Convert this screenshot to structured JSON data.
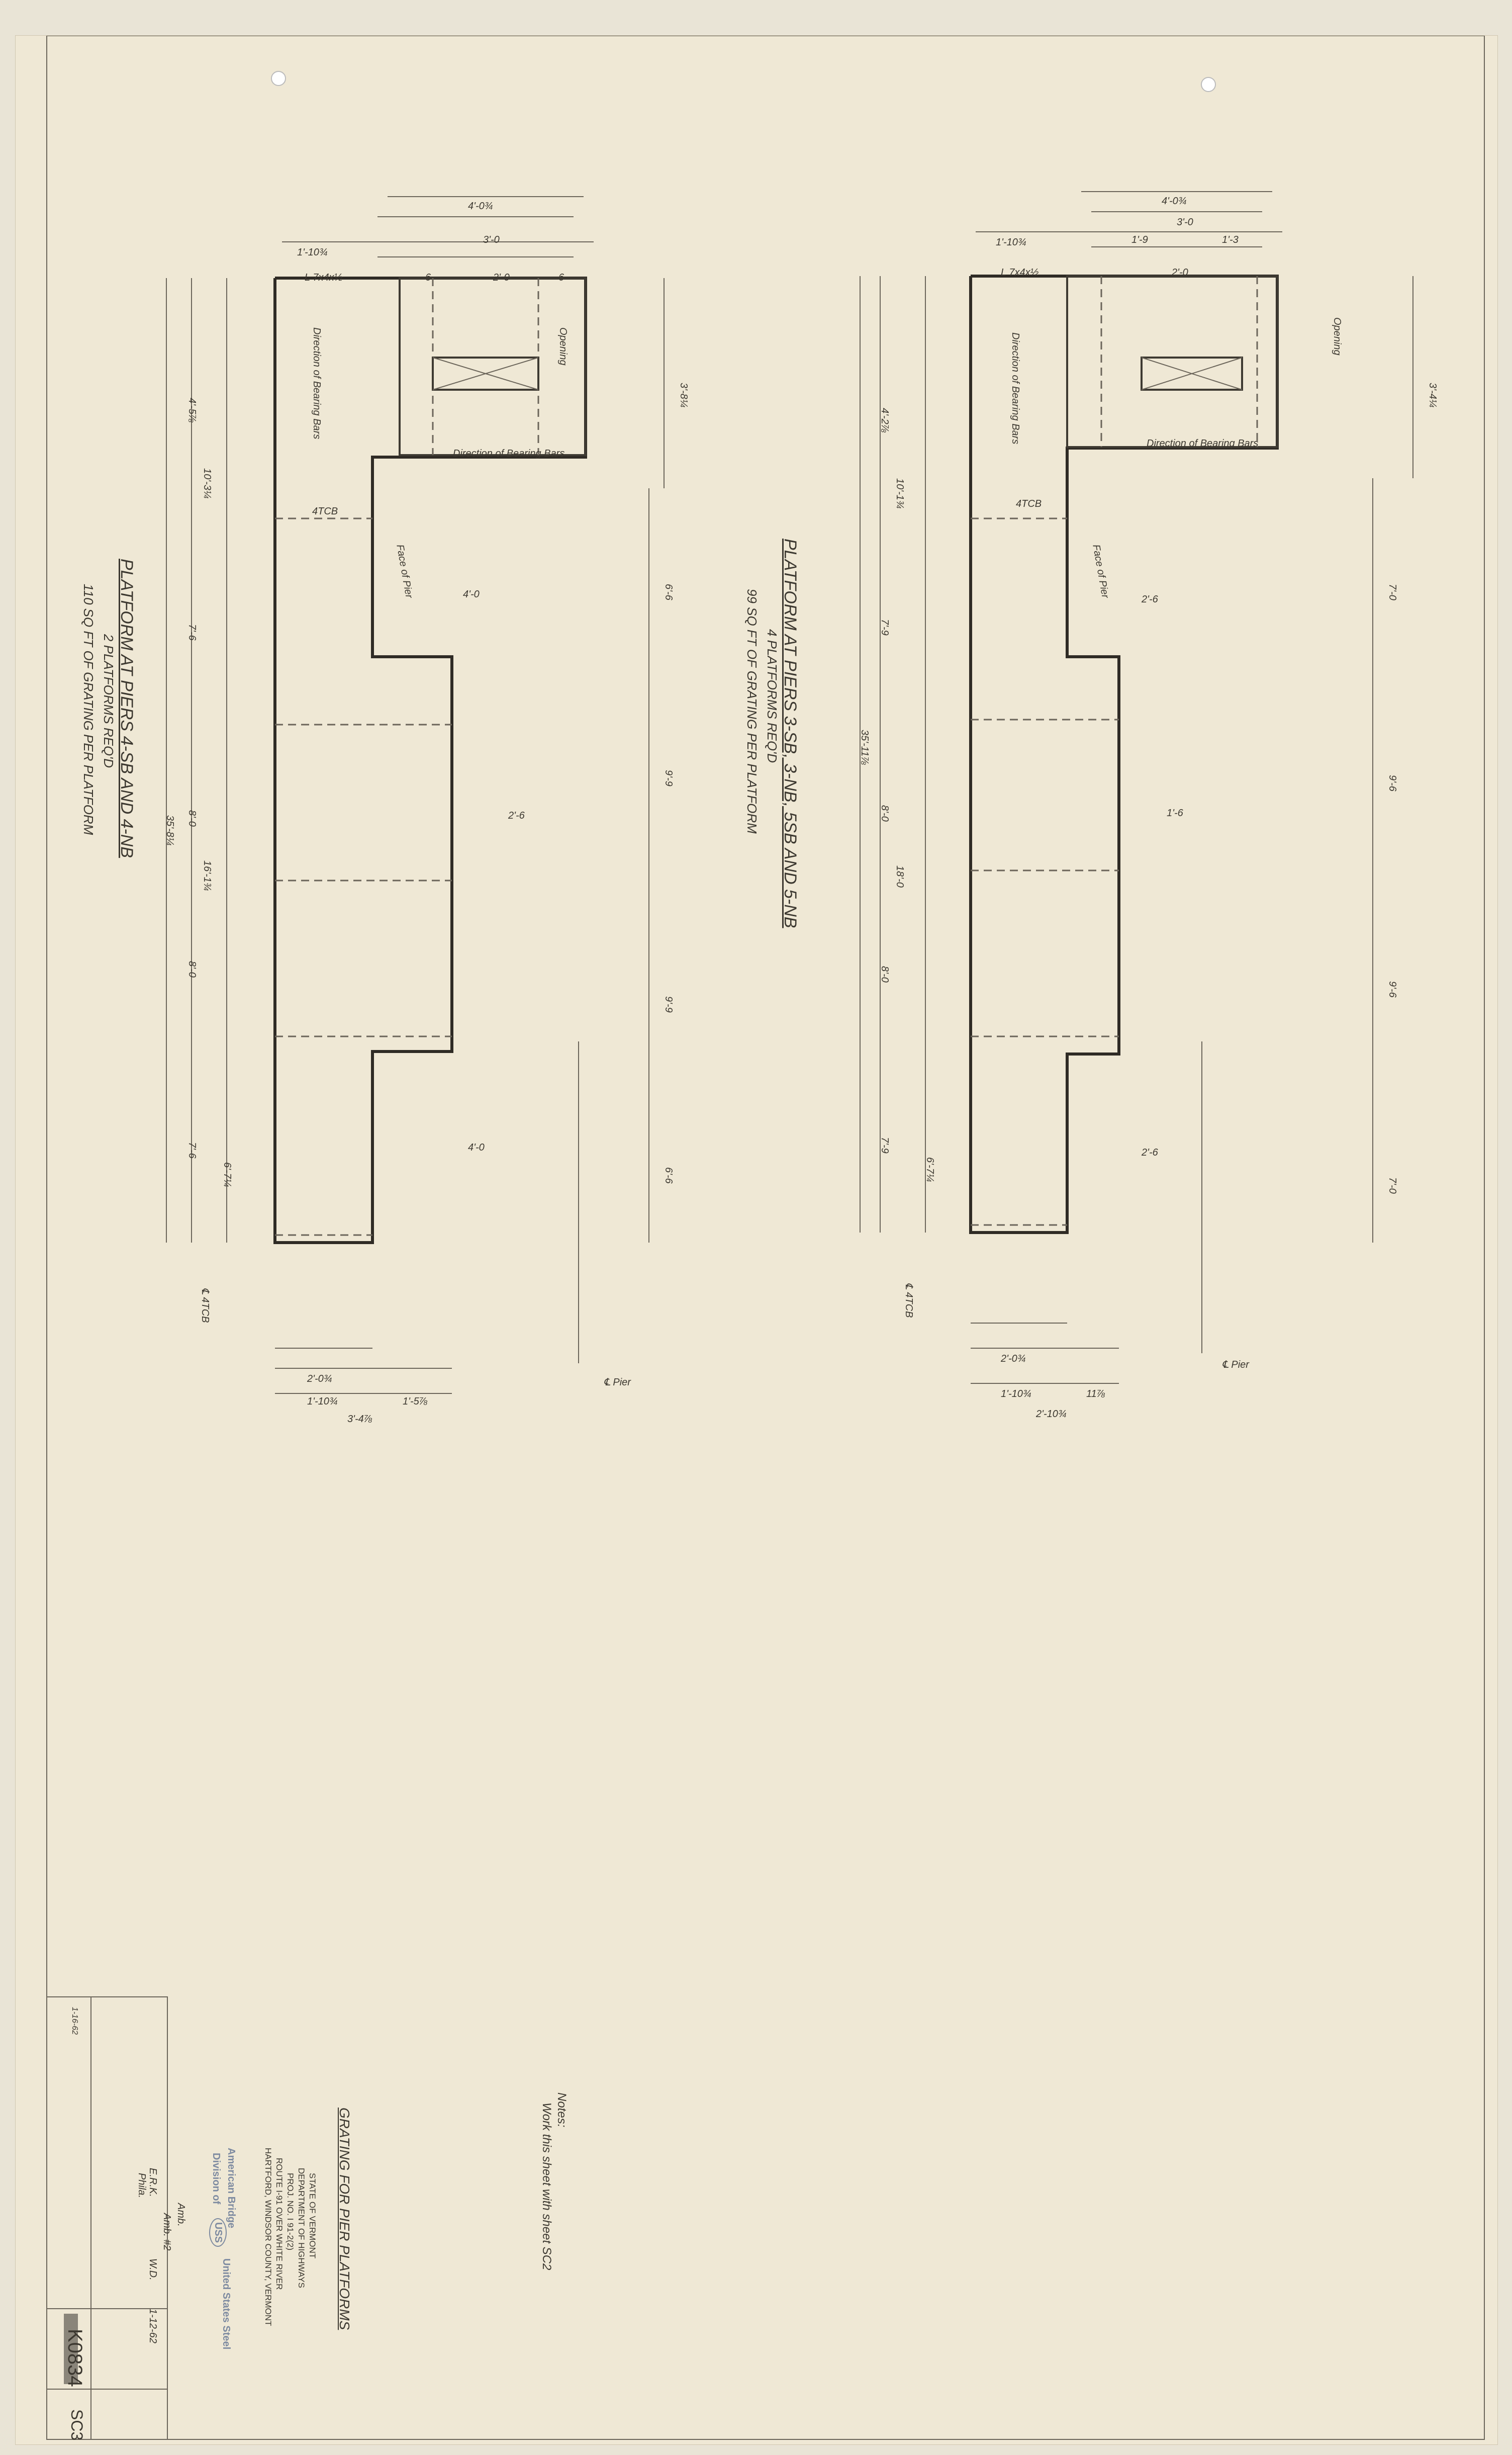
{
  "sheet": {
    "left_platform": {
      "title": "PLATFORM AT PIERS 4-SB AND 4-NB",
      "subtitle_1": "2 PLATFORMS REQ'D",
      "subtitle_2": "110 SQ FT OF GRATING PER PLATFORM",
      "labels": {
        "angle": "L 7x4x½",
        "dir_bars": "Direction of Bearing Bars",
        "dir_bars_2": "Direction of Bearing Bars",
        "opening": "Opening",
        "face_pier": "Face of Pier",
        "cl_pier": "℄ Pier",
        "cl_tcb": "℄ 4TCB",
        "tcb": "4TCB"
      },
      "dims": {
        "top_overall": "4'-0¾",
        "top_a": "3'-0",
        "top_b": "2'-0",
        "top_6a": "6",
        "top_6b": "6",
        "left_offset": "1'-10¾",
        "side_total": "35'-8¼",
        "side_a": "4'-5⅞",
        "side_b": "10'-3¼",
        "side_c": "7'-6",
        "side_d": "8'-0",
        "side_e": "16'-1¾",
        "side_f": "8'-0",
        "side_g": "7'-6",
        "side_h": "6'-7¼",
        "right_a": "3'-8¼",
        "right_b": "6'-6",
        "right_c": "9'-9",
        "right_d": "9'-9",
        "right_e": "6'-6",
        "w_1": "4'-0",
        "w_2": "2'-6",
        "w_3": "4'-0",
        "bot_a": "2'-0¾",
        "bot_b": "1'-10¾",
        "bot_c": "1'-5⅞",
        "bot_d": "3'-4⅞"
      }
    },
    "right_platform": {
      "title": "PLATFORM AT PIERS 3-SB, 3-NB, 5SB AND 5-NB",
      "subtitle_1": "4 PLATFORMS REQ'D",
      "subtitle_2": "99 SQ FT OF GRATING PER PLATFORM",
      "labels": {
        "angle": "L 7x4x½",
        "dir_bars": "Direction of Bearing Bars",
        "dir_bars_2": "Direction of Bearing Bars",
        "opening": "Opening",
        "face_pier": "Face of Pier",
        "cl_pier": "℄ Pier",
        "cl_tcb": "℄ 4TCB",
        "tcb": "4TCB"
      },
      "dims": {
        "top_overall": "4'-0¾",
        "top_a": "3'-0",
        "top_b": "1'-9",
        "top_c": "1'-3",
        "top_d": "2'-0",
        "left_offset": "1'-10¾",
        "side_total": "35'-11⅞",
        "side_a": "4'-2⅞",
        "side_b": "10'-1¾",
        "side_c": "7'-9",
        "side_d": "8'-0",
        "side_e": "18'-0",
        "side_f": "8'-0",
        "side_g": "7'-9",
        "side_h": "6'-7¼",
        "right_a": "3'-4¼",
        "right_b": "7'-0",
        "right_c": "9'-6",
        "right_d": "9'-6",
        "right_e": "7'-0",
        "w_1": "2'-6",
        "w_2": "1'-6",
        "w_3": "2'-6",
        "bot_a": "2'-0¾",
        "bot_b": "1'-10¾",
        "bot_c": "11⅞",
        "bot_d": "2'-10¾"
      }
    },
    "notes": {
      "heading": "Notes:",
      "line_1": "Work this sheet with sheet SC2"
    },
    "title_block": {
      "drawing_title": "GRATING FOR PIER PLATFORMS",
      "client_1": "STATE OF VERMONT",
      "client_2": "DEPARTMENT OF HIGHWAYS",
      "client_3": "PROJ. NO. I 91-2(2)",
      "client_4": "ROUTE I-91 OVER WHITE RIVER",
      "client_5": "HARTFORD, WINDSOR COUNTY, VERMONT",
      "company_1": "American Bridge",
      "company_2": "Division of",
      "company_logo": "USS",
      "company_3": "United States Steel",
      "contract_line": "Amb. #2",
      "ref_line": "Amb.",
      "drawn_by": "E.R.K.",
      "checked_by": "W.D.",
      "date": "1-12-62",
      "location": "Phila.",
      "revision_1": "1-16-62",
      "drawing_no": "K0834",
      "sheet_no": "SC3"
    }
  }
}
